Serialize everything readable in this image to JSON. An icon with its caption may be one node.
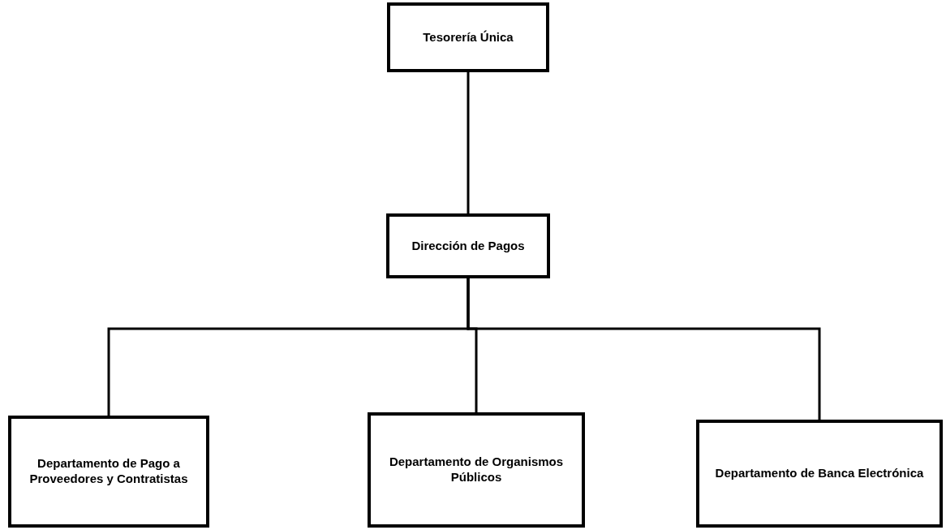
{
  "diagram": {
    "nodes": [
      {
        "text": [
          "Tesorería Única"
        ]
      },
      {
        "text": [
          "Dirección de Pagos"
        ]
      },
      {
        "text": [
          "Departamento de Pago a Proveedores y Contratistas"
        ]
      },
      {
        "text": [
          "Departamento de Organismos Públicos"
        ]
      },
      {
        "text": [
          "Departamento de Banca Electrónica"
        ]
      }
    ],
    "edges": [
      {
        "from": 0,
        "to": 1,
        "arrow": "none"
      },
      {
        "from": 1,
        "to": 2,
        "arrow": "none"
      },
      {
        "from": 1,
        "to": 3,
        "arrow": "none"
      },
      {
        "from": 1,
        "to": 4,
        "arrow": "none"
      }
    ]
  }
}
